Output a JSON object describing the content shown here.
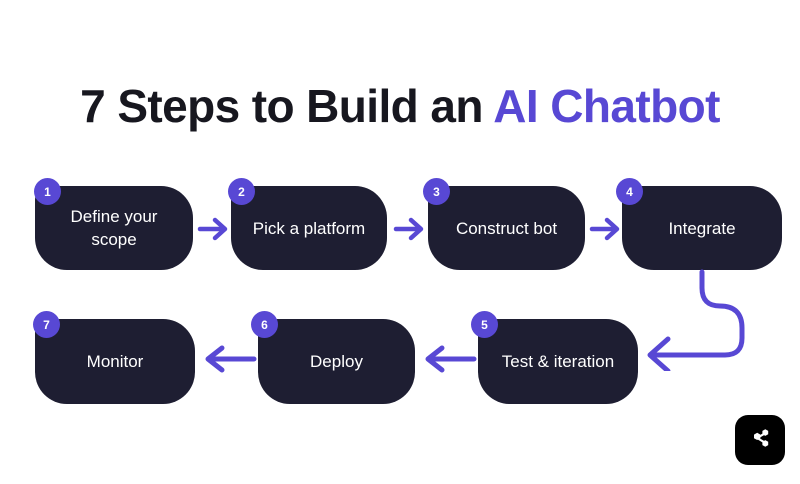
{
  "page": {
    "background_color": "#ffffff",
    "accent_color": "#5848d4",
    "box_color": "#1e1e32",
    "title_color": "#17171f"
  },
  "title": {
    "lead": "7 Steps to Build an ",
    "accent": "AI Chatbot",
    "full": "7 Steps to Build an AI Chatbot"
  },
  "steps": [
    {
      "number": "1",
      "label": "Define your scope"
    },
    {
      "number": "2",
      "label": "Pick a platform"
    },
    {
      "number": "3",
      "label": "Construct bot"
    },
    {
      "number": "4",
      "label": "Integrate"
    },
    {
      "number": "5",
      "label": "Test & iteration"
    },
    {
      "number": "6",
      "label": "Deploy"
    },
    {
      "number": "7",
      "label": "Monitor"
    }
  ],
  "connectors": [
    {
      "name": "arrow-1-to-2",
      "direction": "right"
    },
    {
      "name": "arrow-2-to-3",
      "direction": "right"
    },
    {
      "name": "arrow-3-to-4",
      "direction": "right"
    },
    {
      "name": "arrow-4-to-5",
      "direction": "curved-down-left"
    },
    {
      "name": "arrow-5-to-6",
      "direction": "left"
    },
    {
      "name": "arrow-6-to-7",
      "direction": "left"
    }
  ],
  "share_button": {
    "icon": "share-icon",
    "background_color": "#000000",
    "icon_color": "#ffffff"
  }
}
